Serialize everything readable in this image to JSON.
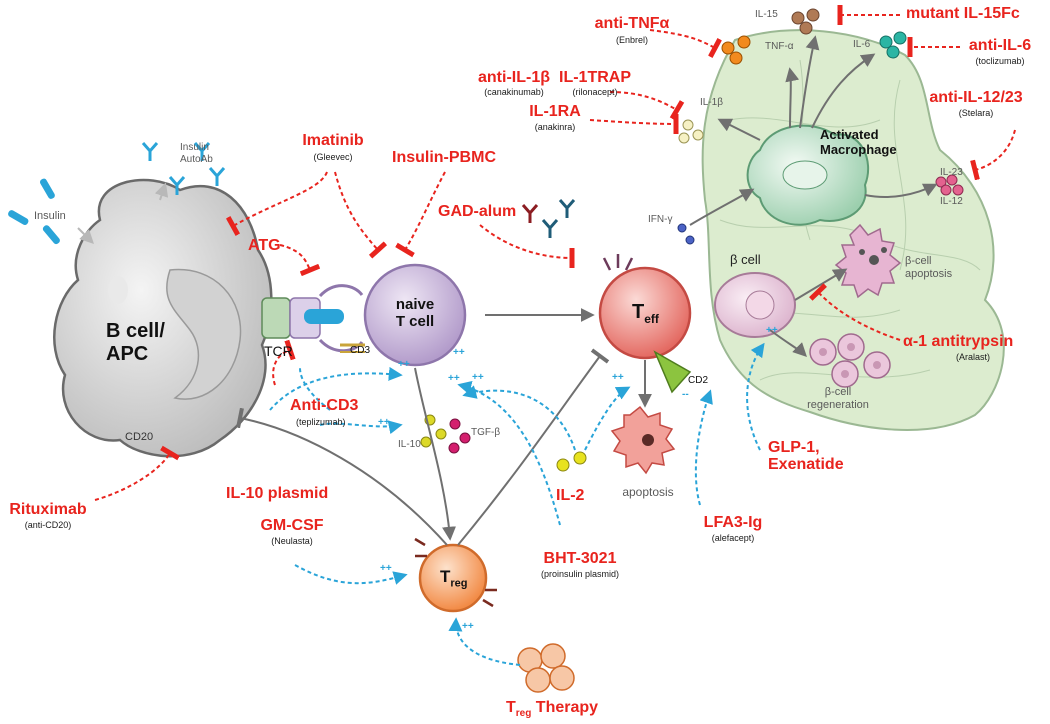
{
  "cells": {
    "bcell": "B cell/\nAPC",
    "naive": "naive\nT cell",
    "teff_main": "T",
    "teff_sub": "eff",
    "treg_main": "T",
    "treg_sub": "reg",
    "macrophage": "Activated\nMacrophage",
    "beta_cell": "β cell",
    "beta_apoptosis": "β-cell\napoptosis",
    "beta_regeneration": "β-cell\nregeneration",
    "apoptosis": "apoptosis"
  },
  "molecules": {
    "tcr": "TCR",
    "cd3": "CD3",
    "cd2": "CD2",
    "cd20": "CD20",
    "insulin": "Insulin",
    "insulin_autoab": "Insulin\nAutoAb",
    "il10": "IL-10",
    "tgfb": "TGF-β",
    "ifng": "IFN-γ",
    "il1b": "IL-1β",
    "tnfa": "TNF-α",
    "il15": "IL-15",
    "il6": "IL-6",
    "il23": "IL-23",
    "il12": "IL-12"
  },
  "drugs": {
    "imatinib": "Imatinib",
    "imatinib_sub": "(Gleevec)",
    "insulin_pbmc": "Insulin-PBMC",
    "atg": "ATG",
    "gad_alum": "GAD-alum",
    "anti_cd3": "Anti-CD3",
    "anti_cd3_sub": "(teplizumab)",
    "rituximab": "Rituximab",
    "rituximab_sub": "(anti-CD20)",
    "il10_plasmid": "IL-10 plasmid",
    "gmcsf": "GM-CSF",
    "gmcsf_sub": "(Neulasta)",
    "bht": "BHT-3021",
    "bht_sub": "(proinsulin plasmid)",
    "il2": "IL-2",
    "treg_therapy_main": "T",
    "treg_therapy_sub": "reg",
    "treg_therapy_rest": " Therapy",
    "lfa3": "LFA3-Ig",
    "lfa3_sub": "(alefacept)",
    "glp1": "GLP-1,\nExenatide",
    "a1at": "α-1 antitrypsin",
    "a1at_sub": "(Aralast)",
    "anti_tnfa": "anti-TNFα",
    "anti_tnfa_sub": "(Enbrel)",
    "anti_il1b": "anti-IL-1β",
    "anti_il1b_sub": "(canakinumab)",
    "il1trap": "IL-1TRAP",
    "il1trap_sub": "(rilonacept)",
    "il1ra": "IL-1RA",
    "il1ra_sub": "(anakinra)",
    "mutant_il15": "mutant IL-15Fc",
    "anti_il6": "anti-IL-6",
    "anti_il6_sub": "(toclizumab)",
    "anti_il1223": "anti-IL-12/23",
    "anti_il1223_sub": "(Stelara)"
  },
  "signals": {
    "plus": "++",
    "minus": "--"
  },
  "colors": {
    "drug_red": "#e8241e",
    "stimulate_blue": "#2aa4d8",
    "arrow_gray": "#6e6e6e",
    "islet_green": "#d9ead0"
  }
}
